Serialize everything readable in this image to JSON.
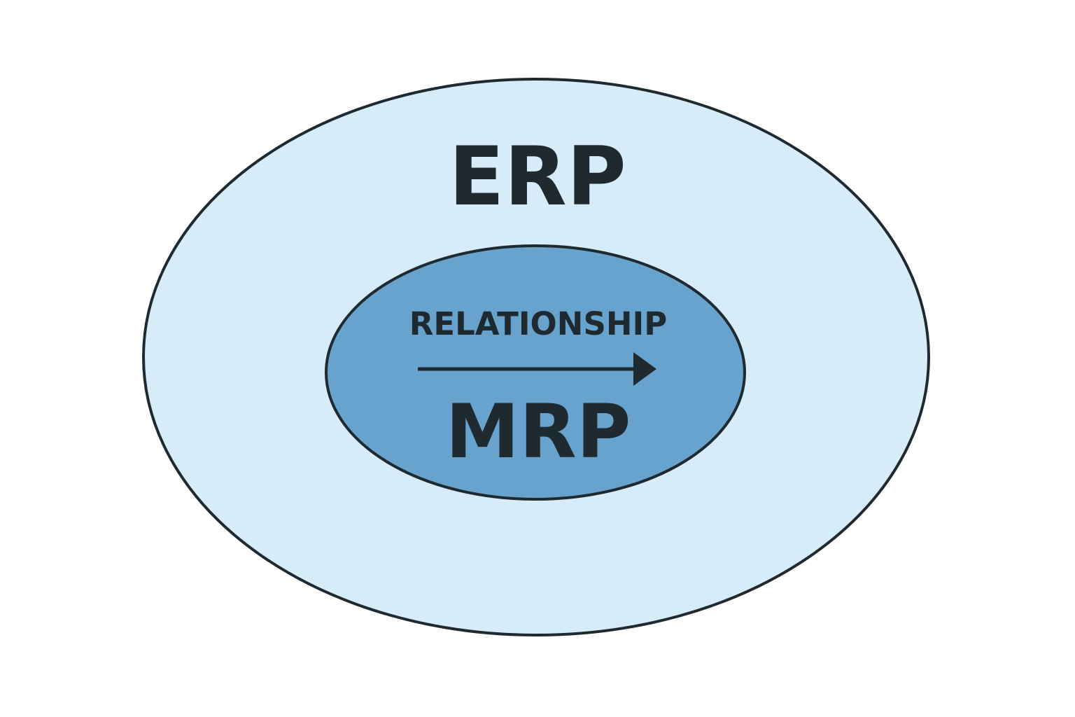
{
  "diagram": {
    "outer": {
      "label": "ERP"
    },
    "inner": {
      "relationship_label": "RELATIONSHIP",
      "label": "MRP",
      "arrow": "right-arrow-icon"
    },
    "colors": {
      "background": "#ffffff",
      "outer_fill": "#d7ecf9",
      "inner_fill": "#67a3cd",
      "stroke": "#1f2a30",
      "text": "#1f2a30"
    }
  }
}
